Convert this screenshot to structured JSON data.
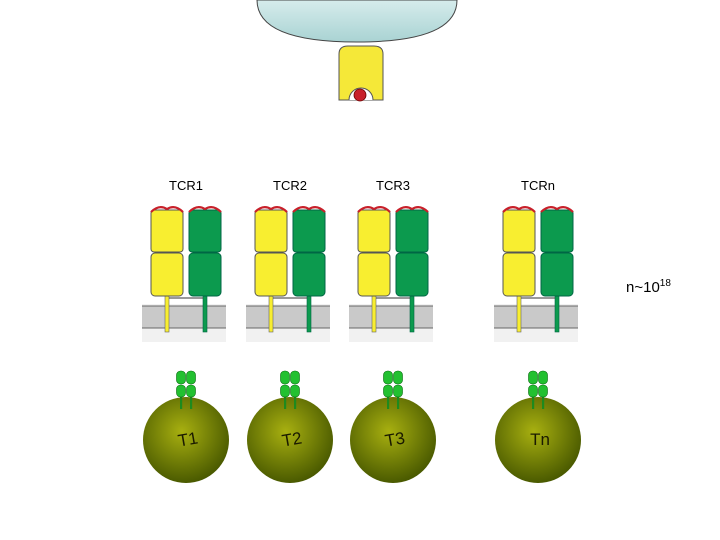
{
  "receptors": [
    {
      "label": "TCR1",
      "cell": "T1",
      "tilt": -10
    },
    {
      "label": "TCR2",
      "cell": "T2",
      "tilt": -10
    },
    {
      "label": "TCR3",
      "cell": "T3",
      "tilt": -10
    },
    {
      "label": "TCRn",
      "cell": "Tn",
      "tilt": 0
    }
  ],
  "diversity": {
    "base": "n~10",
    "exponent": "18"
  },
  "colors": {
    "apc": "#b8dcdc",
    "mhc": "#f5e838",
    "peptide": "#c8202a",
    "alpha_chain": "#f8ee30",
    "beta_chain": "#0c9a4e",
    "membrane": "#c9c9c9",
    "cell_center": "#a8b010",
    "cell_edge": "#4a5a00",
    "cd3": "#22c030"
  }
}
